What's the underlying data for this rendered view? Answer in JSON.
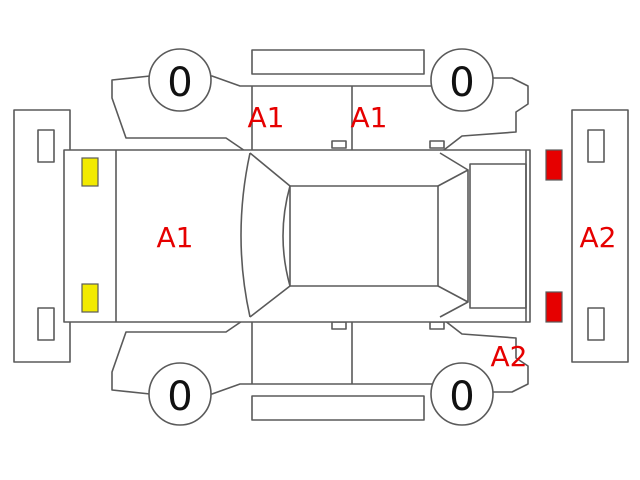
{
  "colors": {
    "damage_code": "#e60000",
    "front_lamp": "#f2ea00",
    "rear_lamp": "#e60000"
  },
  "tires": {
    "front_left": "0",
    "rear_left": "0",
    "front_right": "0",
    "rear_right": "0"
  },
  "damage": {
    "front_door_top": "A1",
    "rear_door_top": "A1",
    "hood": "A1",
    "rear_bumper": "A2",
    "rear_quarter_bottom": "A2"
  }
}
